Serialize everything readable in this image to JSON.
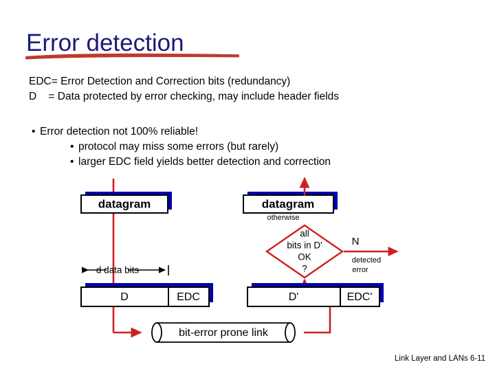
{
  "slide": {
    "title": "Error detection",
    "title_color": "#1a1a7a",
    "underline_color": "#c0392b",
    "background": "#ffffff"
  },
  "definitions": [
    "EDC= Error Detection and Correction bits (redundancy)",
    "D    = Data protected by error checking, may include header fields"
  ],
  "bullets": {
    "bullet_char": "•",
    "level1": "Error detection not 100% reliable!",
    "level2": [
      "protocol may miss some errors (but rarely)",
      "larger EDC field yields better detection and correction"
    ]
  },
  "diagram": {
    "accent_red": "#cc2020",
    "shadow_blue": "#0000b0",
    "sender": {
      "datagram_label": "datagram",
      "dimension_label": "d data bits",
      "data_field": "D",
      "edc_field": "EDC"
    },
    "receiver": {
      "datagram_label": "datagram",
      "otherwise_label": "otherwise",
      "decision": [
        "all",
        "bits in D'",
        "OK",
        "?"
      ],
      "no_branch_label": "N",
      "error_label_line1": "detected",
      "error_label_line2": "error",
      "data_field": "D'",
      "edc_field": "EDC'"
    },
    "channel": {
      "label": "bit-error prone link"
    }
  },
  "footer": {
    "text": "Link Layer and LANs  6-11"
  }
}
